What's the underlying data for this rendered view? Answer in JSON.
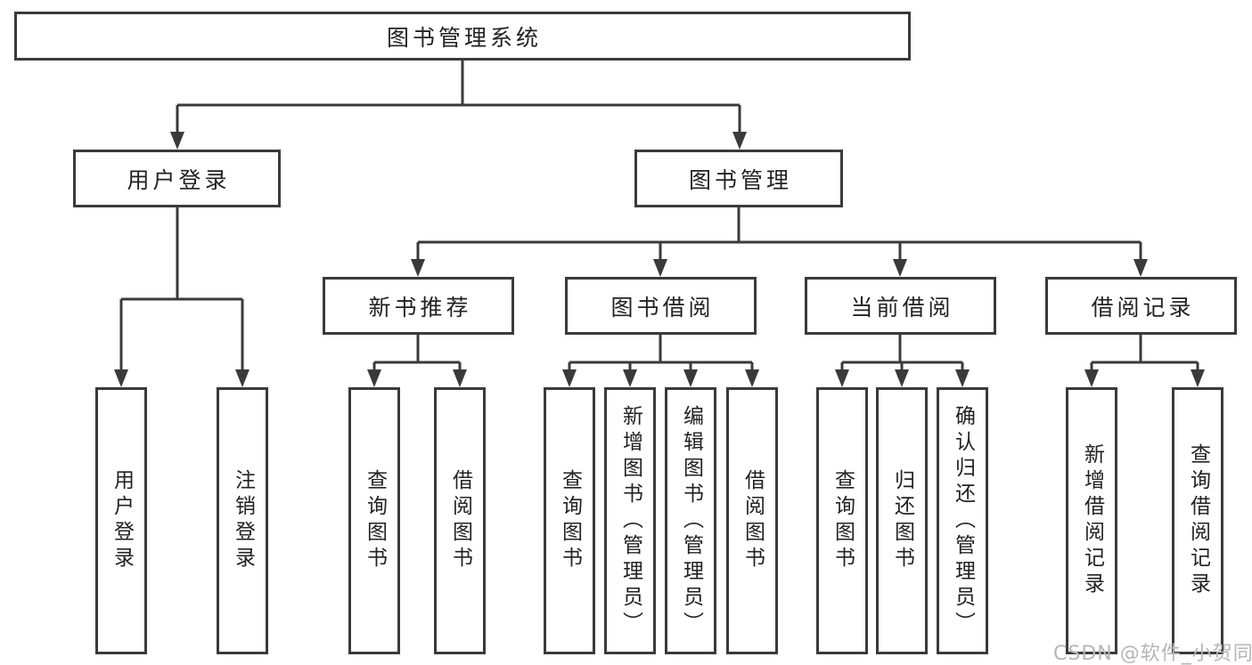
{
  "diagram": {
    "root": {
      "label": "图书管理系统"
    },
    "level2": {
      "user_login": {
        "label": "用户登录"
      },
      "book_management": {
        "label": "图书管理"
      }
    },
    "level3": {
      "new_book_recommend": {
        "label": "新书推荐"
      },
      "book_borrow": {
        "label": "图书借阅"
      },
      "current_borrow": {
        "label": "当前借阅"
      },
      "borrow_records": {
        "label": "借阅记录"
      }
    },
    "leaves": {
      "user_login": [
        "用户登录",
        "注销登录"
      ],
      "new_book_recommend": [
        "查询图书",
        "借阅图书"
      ],
      "book_borrow": [
        "查询图书",
        "新增图书（管理员）",
        "编辑图书（管理员）",
        "借阅图书"
      ],
      "current_borrow": [
        "查询图书",
        "归还图书",
        "确认归还（管理员）"
      ],
      "borrow_records": [
        "新增借阅记录",
        "查询借阅记录"
      ]
    }
  },
  "watermark": "CSDN @软件_小贺同学",
  "colors": {
    "line": "#3a3a3a",
    "text": "#222222",
    "watermark": "#b6b6ba",
    "background": "#ffffff"
  }
}
